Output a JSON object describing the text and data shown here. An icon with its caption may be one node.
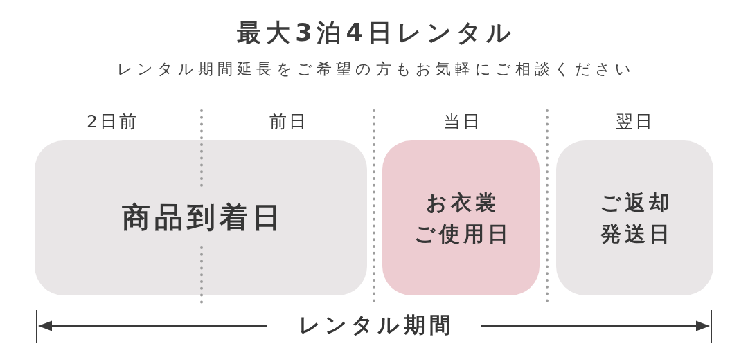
{
  "diagram": {
    "title": "最大3泊4日レンタル",
    "nodes": [
      {
        "text": [
          "商品到着日"
        ]
      },
      {
        "text": [
          "お衣裳ご使用日"
        ]
      },
      {
        "text": [
          "ご返却発送日"
        ]
      }
    ],
    "labels": [
      "レンタル期間延長をご希望の方もお気軽にご相談ください",
      "2日前",
      "前日",
      "当日",
      "翌日",
      "レンタル期間"
    ]
  }
}
